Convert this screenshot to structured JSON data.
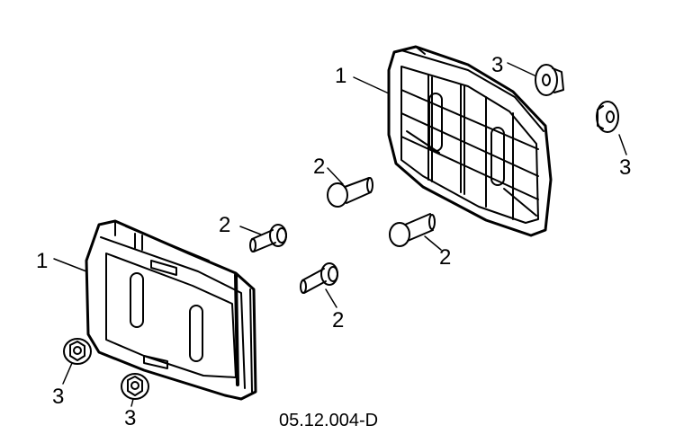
{
  "diagram": {
    "callouts": {
      "skid_shoe_right": "1",
      "skid_shoe_left": "1",
      "bolt_top": "2",
      "bolt_middle": "2",
      "bolt_right": "2",
      "bolt_bottom": "2",
      "washer_nut_top": "3",
      "washer_nut_right": "3",
      "washer_nut_left": "3",
      "washer_nut_bottom": "3"
    },
    "reference_code": "05.12.004-D"
  },
  "colors": {
    "line": "#000000",
    "background": "#ffffff"
  }
}
